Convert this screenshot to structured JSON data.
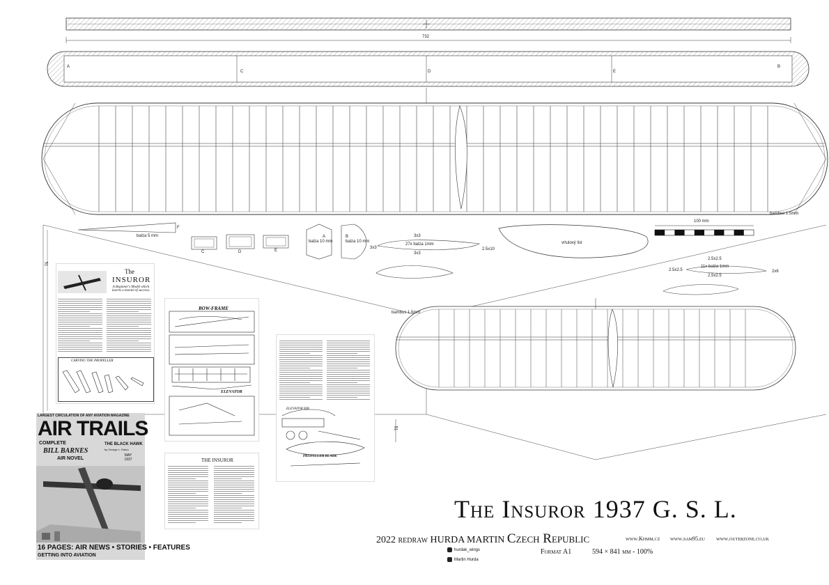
{
  "plan": {
    "span_dimension": "732",
    "spar_labels": [
      "A",
      "C",
      "D",
      "E",
      "B"
    ],
    "wing_material_note": "bambus 1.5mm",
    "stab_material_note": "bambus 1.5mm",
    "stab_dimension": "51",
    "left_dimension": "51",
    "part_f_label": "F",
    "balsa_5mm": "balza 5 mm",
    "frame_labels": [
      "C",
      "D",
      "E"
    ],
    "part_a_label": "A",
    "part_a_material": "balza 10 mm",
    "part_b_label": "B",
    "part_b_material": "balza 10 mm",
    "prop_hub_top": "3x3",
    "prop_hub_main": "27x balza 1mm",
    "prop_hub_bottom": "3x3",
    "prop_hub_left": "3x3",
    "prop_hub_right": "2.5x10",
    "prop_blade_label": "vrtulový list",
    "scale_label": "100 mm",
    "small_hub_top": "2.5x2.5",
    "small_hub_main": "11x balza 1mm",
    "small_hub_bottom": "2.5x2.5",
    "small_hub_left": "2.5x2.5",
    "small_hub_right": "2x6"
  },
  "magazine": {
    "page1_title_small": "The",
    "page1_title": "INSUROR",
    "page1_subtitle": "A Beginner's Model which inserts a moniel of success.",
    "page1_caption": "CARVING THE PROPELLER",
    "page2_header": "BOW-FRAME",
    "page2_caption": "ELEVATOR",
    "page3_caption": "ELEVATOR RIB",
    "page3_prop": "PROPELLER BLADE",
    "page4_title": "THE INSUROR",
    "cover_top": "LARGEST CIRCULATION OF ANY AVIATION MAGAZINE",
    "cover_title": "AIR TRAILS",
    "cover_complete": "COMPLETE",
    "cover_author": "BILL BARNES",
    "cover_novel": "AIR NOVEL",
    "cover_story": "THE BLACK HAWK",
    "cover_story_by": "by George L. Eaton",
    "cover_issue": "MAY 1937",
    "cover_bottom": "16 PAGES: AIR NEWS • STORIES • FEATURES",
    "cover_bottom2": "GETTING INTO AVIATION"
  },
  "footer": {
    "title": "The Insuror 1937  G. S. L.",
    "redraw": "2022 redraw HURDA MARTIN",
    "country": "Czech Republic",
    "site1": "www.Khmm.cz",
    "site2": "www.sam95.eu",
    "site3": "www.outerzone.co.uk",
    "format": "Format A1",
    "size": "594 × 841 mm - 100%",
    "instagram": "hurdak_wings",
    "facebook": "Martin Hurda"
  }
}
